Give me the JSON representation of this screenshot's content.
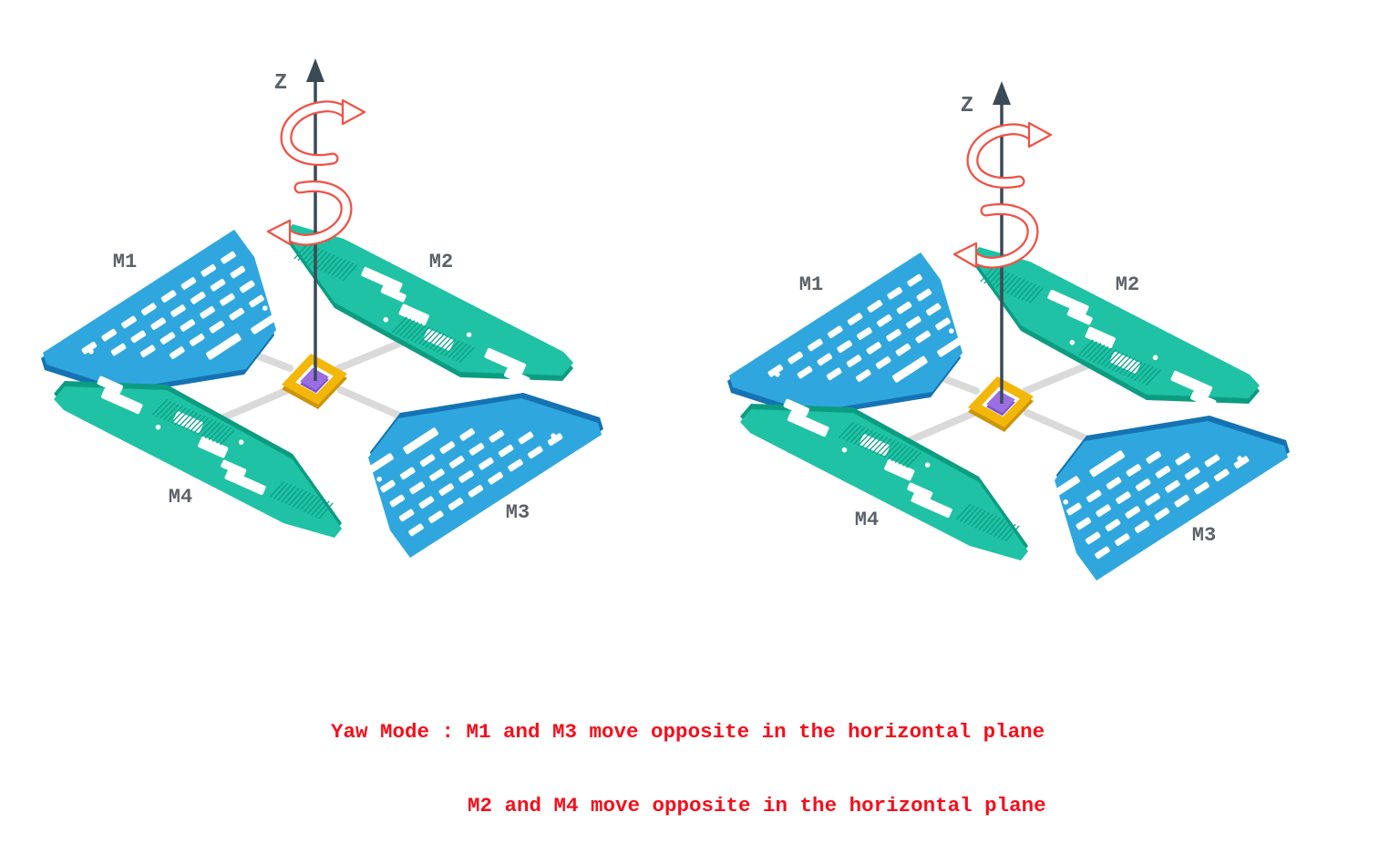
{
  "figure": {
    "z_label": "Z",
    "plates": {
      "m1": "M1",
      "m2": "M2",
      "m3": "M3",
      "m4": "M4"
    },
    "icons": {
      "z_axis": "up-arrow-axis",
      "yaw_rotation": "spiral-rotation-arrows"
    }
  },
  "caption": {
    "line1": "Yaw Mode : M1 and M3 move opposite in the horizontal plane",
    "line2": "M2 and M4 move opposite in the horizontal plane"
  },
  "colors": {
    "plate_blue": "#2fa7de",
    "plate_blue_edge": "#1573b3",
    "plate_teal": "#1fc2a4",
    "plate_teal_edge": "#0b9c81",
    "gimbal_yellow": "#f3b70a",
    "gimbal_yellow_edge": "#cc950a",
    "mirror_purple": "#9a6fe3",
    "axis_dark": "#3c4a57",
    "rotation_arrow_red": "#f25044",
    "label_gray": "#5c6269",
    "arm_gray": "#dadada",
    "caption_red": "#f70d1a",
    "background": "#ffffff"
  }
}
